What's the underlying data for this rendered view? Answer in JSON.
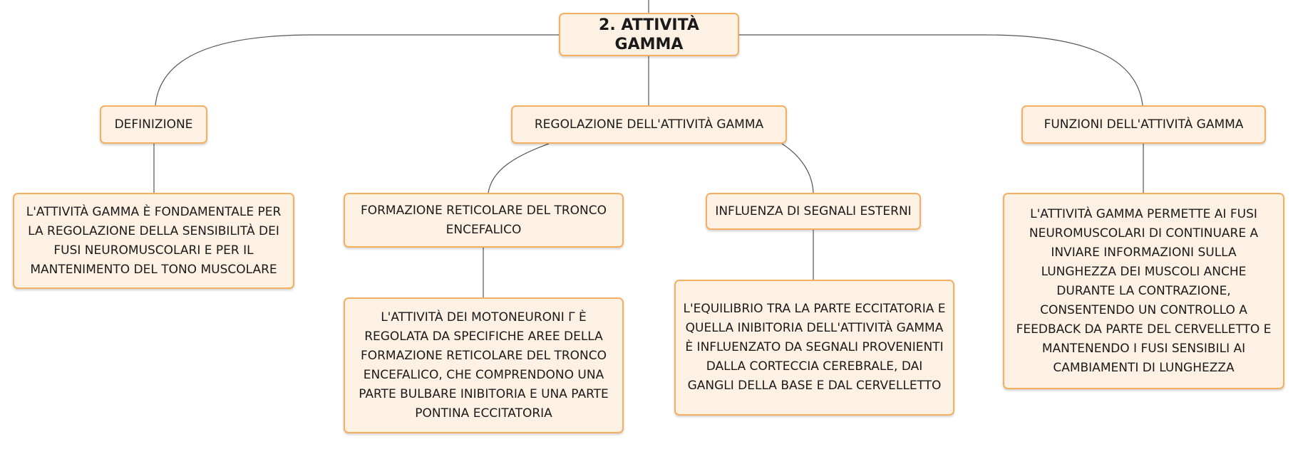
{
  "colors": {
    "node_fill": "#fdf1e3",
    "node_border": "#f4b060",
    "connector": "#555555"
  },
  "root": {
    "label": "2. ATTIVITÀ GAMMA"
  },
  "branches": {
    "definizione": {
      "label": "DEFINIZIONE",
      "detail": "L'ATTIVITÀ GAMMA È FONDAMENTALE PER LA REGOLAZIONE DELLA SENSIBILITÀ DEI FUSI NEUROMUSCOLARI E PER IL MANTENIMENTO DEL TONO MUSCOLARE"
    },
    "regolazione": {
      "label": "REGOLAZIONE DELL'ATTIVITÀ GAMMA",
      "formazione": {
        "label": "FORMAZIONE RETICOLARE DEL TRONCO ENCEFALICO",
        "detail": "L'ATTIVITÀ DEI MOTONEURONI Γ È REGOLATA DA SPECIFICHE AREE DELLA FORMAZIONE RETICOLARE DEL TRONCO ENCEFALICO, CHE COMPRENDONO UNA PARTE BULBARE INIBITORIA E UNA PARTE PONTINA ECCITATORIA"
      },
      "influenza": {
        "label": "INFLUENZA DI SEGNALI ESTERNI",
        "detail": "L'EQUILIBRIO TRA LA PARTE ECCITATORIA E QUELLA INIBITORIA DELL'ATTIVITÀ GAMMA È INFLUENZATO DA SEGNALI PROVENIENTI DALLA CORTECCIA CEREBRALE, DAI GANGLI DELLA BASE E DAL CERVELLETTO"
      }
    },
    "funzioni": {
      "label": "FUNZIONI DELL'ATTIVITÀ GAMMA",
      "detail": "L'ATTIVITÀ GAMMA PERMETTE AI FUSI NEUROMUSCOLARI DI CONTINUARE A INVIARE INFORMAZIONI SULLA LUNGHEZZA DEI MUSCOLI ANCHE DURANTE LA CONTRAZIONE, CONSENTENDO UN CONTROLLO A FEEDBACK DA PARTE DEL CERVELLETTO E MANTENENDO I FUSI SENSIBILI AI CAMBIAMENTI DI LUNGHEZZA"
    }
  }
}
